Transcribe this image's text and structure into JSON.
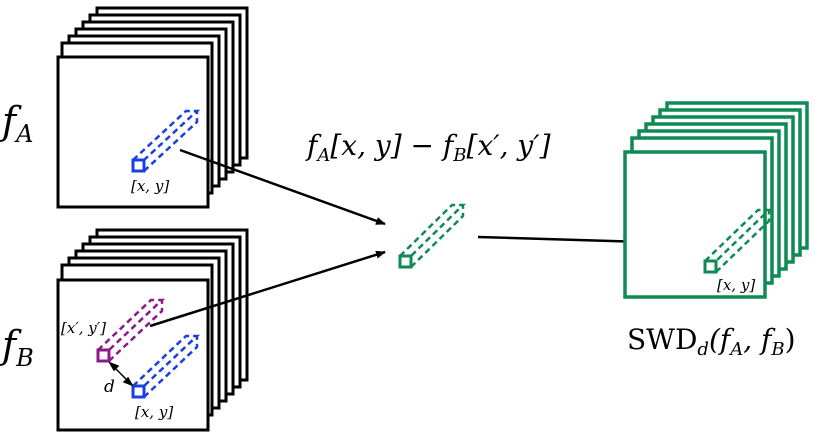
{
  "labels": {
    "fa_var": "f",
    "fa_sub": "A",
    "fb_var": "f",
    "fb_sub": "B",
    "diff_f1": "f",
    "diff_sub1": "A",
    "diff_arg1": "[x, y]",
    "diff_minus": " − ",
    "diff_f2": "f",
    "diff_sub2": "B",
    "diff_arg2": "[x′, y′]",
    "coord_a": "[x, y]",
    "coord_b_prime": "[x′, y′]",
    "coord_b": "[x, y]",
    "d_label": "d",
    "coord_out": "[x, y]",
    "swd_text": "SWD",
    "swd_sub": "d",
    "swd_args": "(f",
    "swd_sub_a": "A",
    "swd_comma": ", f",
    "swd_sub_b": "B",
    "swd_close": ")"
  },
  "colors": {
    "stack_black": "#000000",
    "stack_green": "#0e8a55",
    "patch_blue": "#1a3fe0",
    "patch_purple": "#8a1a8a",
    "patch_green": "#0e8a55",
    "arrow": "#000000"
  },
  "icons": {
    "feature_map_stack": "square-stack",
    "feature_patch": "dashed-prism",
    "arrow": "arrow-right"
  }
}
